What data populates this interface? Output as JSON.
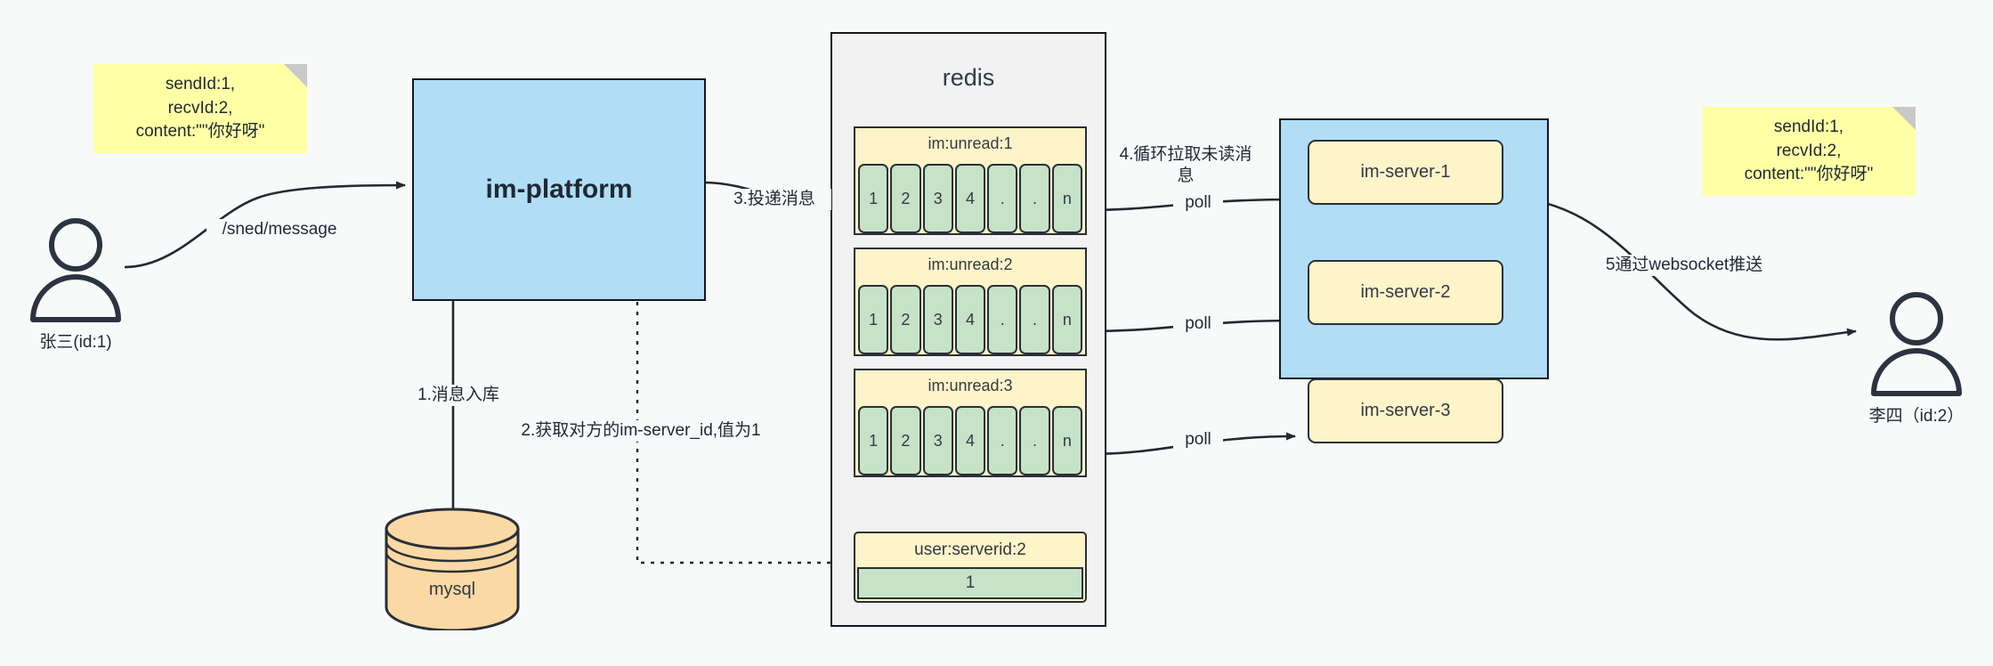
{
  "diagram": {
    "title": "IM message delivery architecture",
    "colors": {
      "note_yellow": "#ffffa6",
      "box_blue": "#b1ddf7",
      "queue_yellow": "#fdf4c9",
      "cell_green": "#c6e3c8",
      "cylinder_orange": "#fbd9a5",
      "panel_gray": "#f2f2f2",
      "stroke": "#14181f",
      "background": "#f8f9f9"
    }
  },
  "notes": {
    "left": {
      "text": "sendId:1,\nrecvId:2,\ncontent:\"\"你好呀\"",
      "fold_icon": "page-fold-corner"
    },
    "right": {
      "text": "sendId:1,\nrecvId:2,\ncontent:\"\"你好呀\"",
      "fold_icon": "page-fold-corner"
    }
  },
  "actors": {
    "sender": {
      "label": "张三(id:1)",
      "icon": "user-icon"
    },
    "receiver": {
      "label": "李四（id:2）",
      "icon": "user-icon"
    }
  },
  "platform": {
    "label": "im-platform"
  },
  "datastore": {
    "label": "mysql",
    "icon": "database-cylinder-icon"
  },
  "redis": {
    "title": "redis",
    "queues": [
      {
        "key": "im:unread:1",
        "cells": [
          "1",
          "2",
          "3",
          "4",
          ".",
          ".",
          "n"
        ]
      },
      {
        "key": "im:unread:2",
        "cells": [
          "1",
          "2",
          "3",
          "4",
          ".",
          ".",
          "n"
        ]
      },
      {
        "key": "im:unread:3",
        "cells": [
          "1",
          "2",
          "3",
          "4",
          ".",
          ".",
          "n"
        ]
      }
    ],
    "kv": {
      "key": "user:serverid:2",
      "value": "1"
    }
  },
  "cluster": {
    "servers": [
      {
        "label": "im-server-1"
      },
      {
        "label": "im-server-2"
      },
      {
        "label": "im-server-3"
      }
    ]
  },
  "edges": {
    "send_message": "/sned/message",
    "step1": "1.消息入库",
    "step2": "2.获取对方的im-server_id,值为1",
    "step3": "3.投递消息",
    "step4": "4.循环拉取未读消\n息",
    "poll1": "poll",
    "poll2": "poll",
    "poll3": "poll",
    "step5": "5通过websocket推送"
  }
}
